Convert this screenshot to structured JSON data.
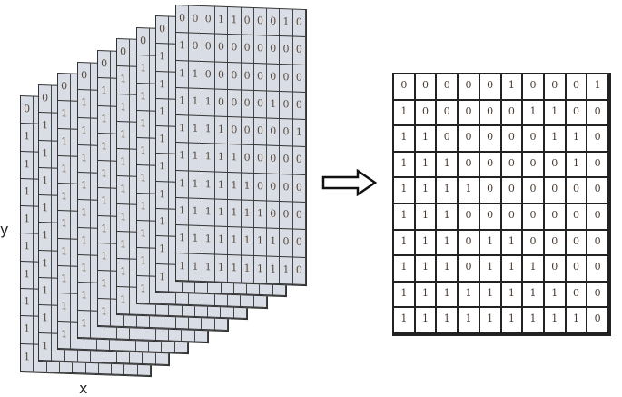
{
  "labels": {
    "y": "y",
    "x": "x"
  },
  "stack_layers": 9,
  "front_layer": [
    [
      0,
      0,
      0,
      1,
      1,
      0,
      0,
      0,
      1,
      0
    ],
    [
      1,
      0,
      0,
      0,
      0,
      0,
      0,
      0,
      0,
      0
    ],
    [
      1,
      1,
      0,
      0,
      0,
      0,
      0,
      0,
      0,
      0
    ],
    [
      1,
      1,
      1,
      0,
      0,
      0,
      0,
      1,
      0,
      0
    ],
    [
      1,
      1,
      1,
      1,
      0,
      0,
      0,
      0,
      0,
      1
    ],
    [
      1,
      1,
      1,
      1,
      1,
      0,
      0,
      0,
      0,
      0
    ],
    [
      1,
      1,
      1,
      1,
      1,
      1,
      0,
      0,
      0,
      0
    ],
    [
      1,
      1,
      1,
      1,
      1,
      1,
      1,
      0,
      0,
      0
    ],
    [
      1,
      1,
      1,
      1,
      1,
      1,
      1,
      1,
      0,
      0
    ],
    [
      1,
      1,
      1,
      1,
      1,
      1,
      1,
      1,
      1,
      0
    ]
  ],
  "result_grid": [
    [
      0,
      0,
      0,
      0,
      0,
      1,
      0,
      0,
      0,
      1
    ],
    [
      1,
      0,
      0,
      0,
      0,
      0,
      1,
      1,
      0,
      0
    ],
    [
      1,
      1,
      0,
      0,
      0,
      0,
      0,
      1,
      1,
      0
    ],
    [
      1,
      1,
      1,
      0,
      0,
      0,
      0,
      0,
      1,
      0
    ],
    [
      1,
      1,
      1,
      1,
      0,
      0,
      0,
      0,
      0,
      0
    ],
    [
      1,
      1,
      1,
      0,
      0,
      0,
      0,
      0,
      0,
      0
    ],
    [
      1,
      1,
      1,
      0,
      1,
      1,
      0,
      0,
      0,
      0
    ],
    [
      1,
      1,
      1,
      0,
      1,
      1,
      1,
      0,
      0,
      0
    ],
    [
      1,
      1,
      1,
      1,
      1,
      1,
      1,
      1,
      0,
      0
    ],
    [
      1,
      1,
      1,
      1,
      1,
      1,
      1,
      1,
      1,
      0
    ]
  ]
}
